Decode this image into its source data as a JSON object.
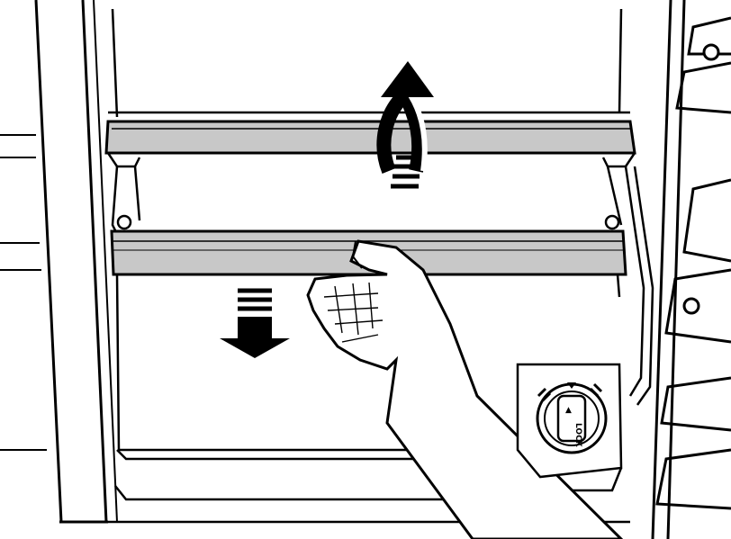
{
  "diagram": {
    "line_color": "#000000",
    "background": "#ffffff",
    "bar_fill": "#c8c8c8",
    "skin_fill": "#ffffff",
    "upper_bar_arrow": {
      "direction": "up",
      "icon": "curved-up-arrow"
    },
    "lower_bar_arrow": {
      "direction": "down",
      "icon": "down-arrow"
    },
    "dial": {
      "label": "LOCK",
      "lock_symbol": "▲"
    }
  }
}
